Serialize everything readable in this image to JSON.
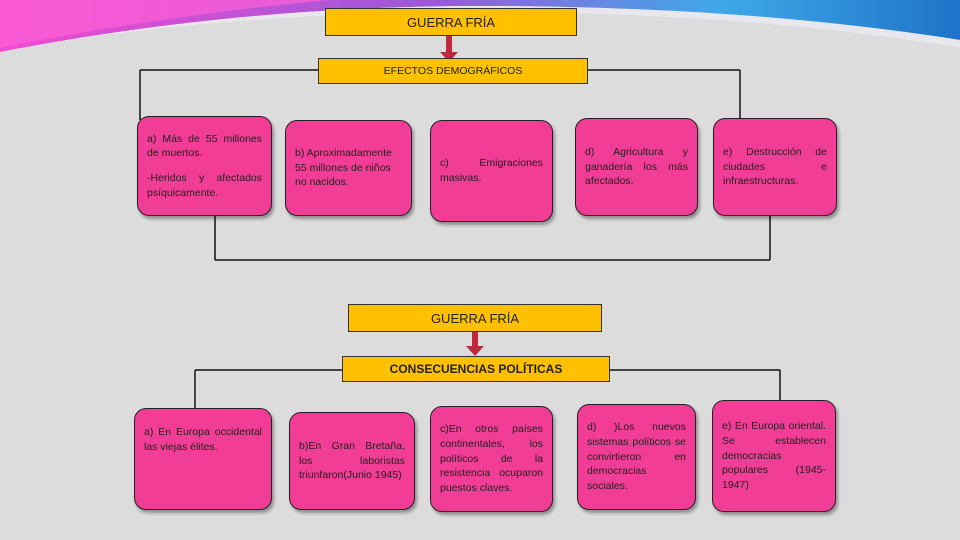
{
  "colors": {
    "header": "#ffc000",
    "card": "#f23d96",
    "arrow": "#c0283e",
    "background": "#dcdcdc"
  },
  "top": {
    "title": "GUERRA FRÍA",
    "subtitle": "EFECTOS DEMOGRÁFICOS",
    "cards": [
      {
        "lines": [
          "a) Más de 55 millones de muertos.",
          "-Heridos y afectados psíquicamente."
        ]
      },
      {
        "lines": [
          "b) Aproximadamente 55 millones de niños no nacidos."
        ]
      },
      {
        "lines": [
          "c) Emigraciones masivas."
        ]
      },
      {
        "lines": [
          "d) Agricultura y ganadería los más afectados."
        ]
      },
      {
        "lines": [
          "e) Destrucción de ciudades e infraestructuras."
        ]
      }
    ]
  },
  "bottom": {
    "title": "GUERRA FRÍA",
    "subtitle": "CONSECUENCIAS POLÍTICAS",
    "cards": [
      {
        "lines": [
          "a) En Europa occidental las viejas élites."
        ]
      },
      {
        "lines": [
          "b)En Gran Bretaña, los laboristas triunfaron(Junio 1945)"
        ]
      },
      {
        "lines": [
          "c)En otros países continentales, los políticos de la resistencia ocuparon puestos claves."
        ]
      },
      {
        "lines": [
          "d) )Los nuevos sistemas políticos se convirtieron en democracias sociales."
        ]
      },
      {
        "lines": [
          "e) En Europa oriental. Se establecen democracias populares (1945-1947)"
        ]
      }
    ]
  }
}
